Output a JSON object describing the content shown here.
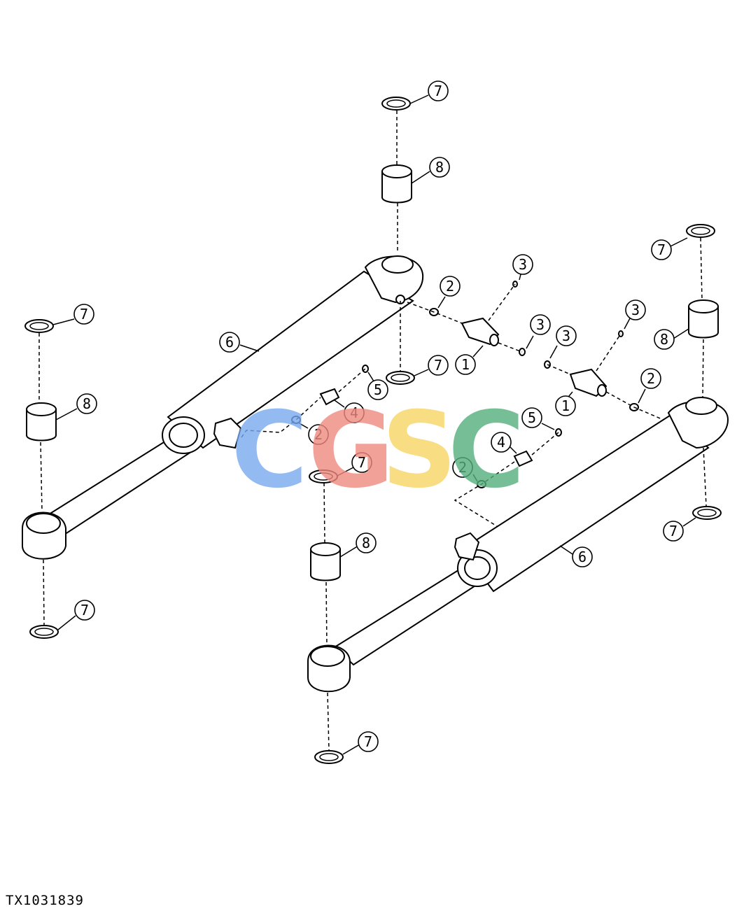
{
  "figure_id": "TX1031839",
  "watermark": {
    "letters": [
      "C",
      "G",
      "S",
      "C"
    ],
    "colors": [
      "#7aa9f0",
      "#f08a80",
      "#f7d565",
      "#54b07c"
    ]
  },
  "callouts": [
    "1",
    "2",
    "3",
    "4",
    "5",
    "6",
    "7",
    "8"
  ]
}
